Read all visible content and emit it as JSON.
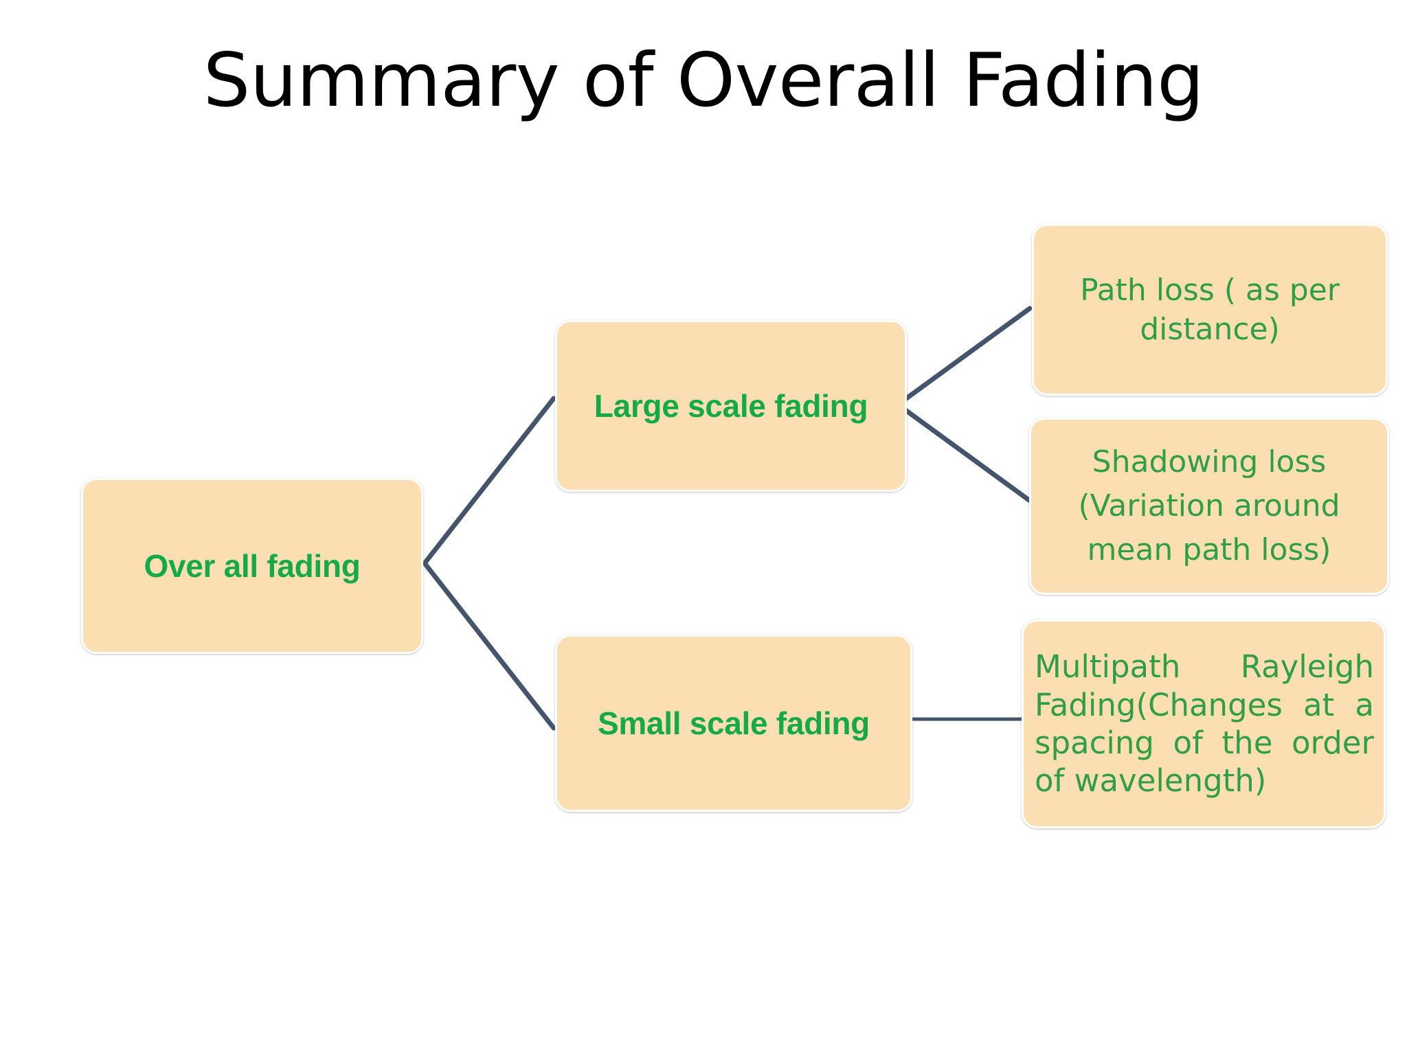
{
  "slide": {
    "title": "Summary of Overall Fading",
    "background_color": "#ffffff"
  },
  "theme": {
    "node_fill": "#fbdfb2",
    "node_border": "#ffffff",
    "connector_color": "#44546a",
    "text_green_bold": "#16a948",
    "text_green_regular": "#2f9e45",
    "title_color": "#000000"
  },
  "diagram": {
    "type": "tree",
    "root": {
      "id": "overall-fading",
      "label": "Over all fading"
    },
    "branches": [
      {
        "id": "large-scale-fading",
        "label": "Large scale fading",
        "children": [
          {
            "id": "path-loss",
            "label": "Path loss ( as per distance)"
          },
          {
            "id": "shadowing-loss",
            "label": "Shadowing loss (Variation  around mean path loss)"
          }
        ]
      },
      {
        "id": "small-scale-fading",
        "label": "Small scale fading",
        "children": [
          {
            "id": "multipath-rayleigh-fading",
            "label": "Multipath   Rayleigh Fading(Changes at a spacing of the order of wavelength)"
          }
        ]
      }
    ],
    "connectors": [
      {
        "id": "root-to-large",
        "from": "overall-fading",
        "to": "large-scale-fading"
      },
      {
        "id": "root-to-small",
        "from": "overall-fading",
        "to": "small-scale-fading"
      },
      {
        "id": "large-to-pathloss",
        "from": "large-scale-fading",
        "to": "path-loss"
      },
      {
        "id": "large-to-shadowing",
        "from": "large-scale-fading",
        "to": "shadowing-loss"
      },
      {
        "id": "small-to-multipath",
        "from": "small-scale-fading",
        "to": "multipath-rayleigh-fading"
      }
    ]
  }
}
